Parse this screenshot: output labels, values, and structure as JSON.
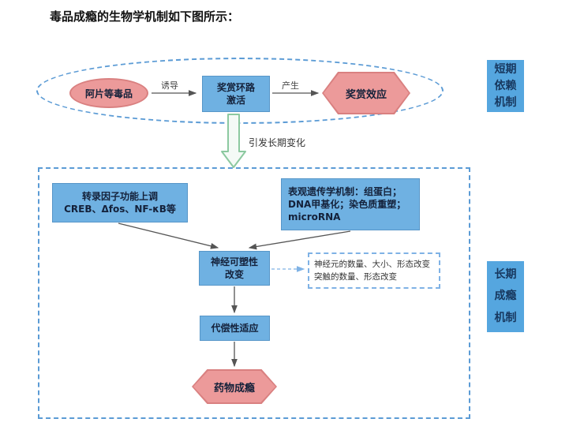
{
  "page": {
    "title": "毒品成瘾的生物学机制如下图所示："
  },
  "colors": {
    "blue_fill": "#6FB1E2",
    "pink_fill": "#EC9A9A",
    "dashed_border": "#5B9BD5",
    "side_label_fill": "#55A6DF",
    "green_arrow": "#8CC9A0"
  },
  "short_term": {
    "drug": "阿片等毒品",
    "arrow1_label": "诱导",
    "circuit": "奖赏环路\n激活",
    "arrow2_label": "产生",
    "effect": "奖赏效应",
    "side_label": "短期\n依赖\n机制"
  },
  "transition": {
    "label": "引发长期变化"
  },
  "long_term": {
    "transcription": "转录因子功能上调\nCREB、Δfos、NF-κB等",
    "epigenetic": "表观遗传学机制：组蛋白；\nDNA甲基化；染色质重塑；\nmicroRNA",
    "plasticity": "神经可塑性\n改变",
    "note": "神经元的数量、大小、形态改变\n突触的数量、形态改变",
    "adaptation": "代偿性适应",
    "addiction": "药物成瘾",
    "side_label": "长期\n成瘾\n机制"
  }
}
